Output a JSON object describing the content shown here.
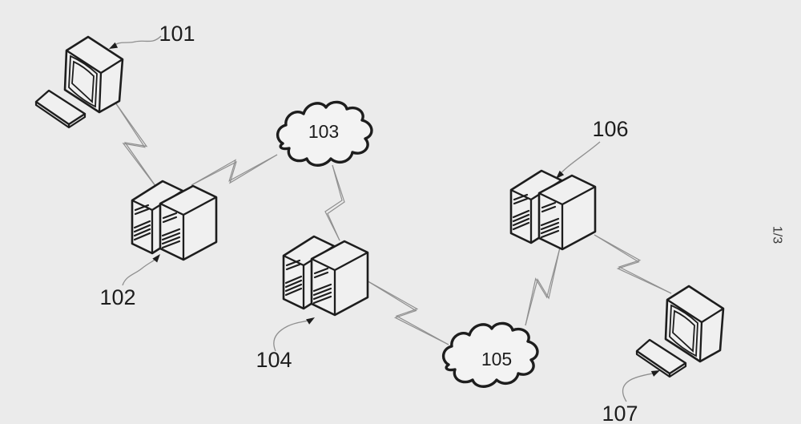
{
  "figure": {
    "sheet_number": "1/3",
    "colors": {
      "bg": "#ebebeb",
      "line": "#1d1d1d",
      "link": "#8f8f8f",
      "fill": "#f0f0f0",
      "cloudfill": "#f3f3f3"
    },
    "labels": {
      "workstation_left": "101",
      "server_pair_left": "102",
      "cloud_top": "103",
      "server_pair_middle": "104",
      "cloud_bottom": "105",
      "server_pair_right": "106",
      "keyboard_right": "107"
    }
  }
}
